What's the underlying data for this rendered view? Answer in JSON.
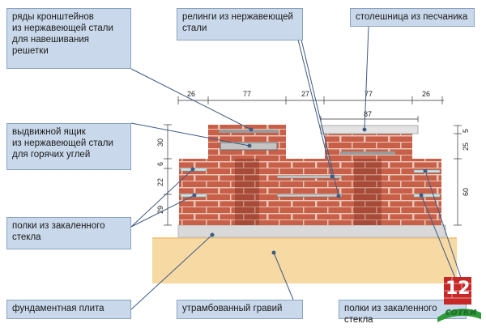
{
  "callouts": {
    "brackets": "ряды кронштейнов\nиз нержавеющей стали\nдля навешивания\nрешетки",
    "rails": "релинги из нержавеющей\nстали",
    "countertop": "столешница из песчаника",
    "drawer": "выдвижной ящик\nиз нержавеющей стали\nдля горячих углей",
    "shelves_left": "полки из закаленного\nстекла",
    "foundation": "фундаментная плита",
    "gravel": "утрамбованный гравий",
    "shelves_right": "полки из закаленного стекла"
  },
  "dimensions": {
    "top": [
      "26",
      "77",
      "27",
      "77",
      "26"
    ],
    "countertop": "87",
    "left": [
      "30",
      "6",
      "22",
      "29"
    ],
    "right": [
      "5",
      "25",
      "60"
    ]
  },
  "logo": {
    "number": "12",
    "text": "сотки"
  },
  "colors": {
    "callout_bg": "#c9d8ea",
    "callout_border": "#8aa3bf",
    "brick": "#c85f48",
    "mortar": "#e9c6b6",
    "foundation": "#d9d9d9",
    "gravel": "#f6d9a3",
    "leader_line": "#3f5b84"
  }
}
